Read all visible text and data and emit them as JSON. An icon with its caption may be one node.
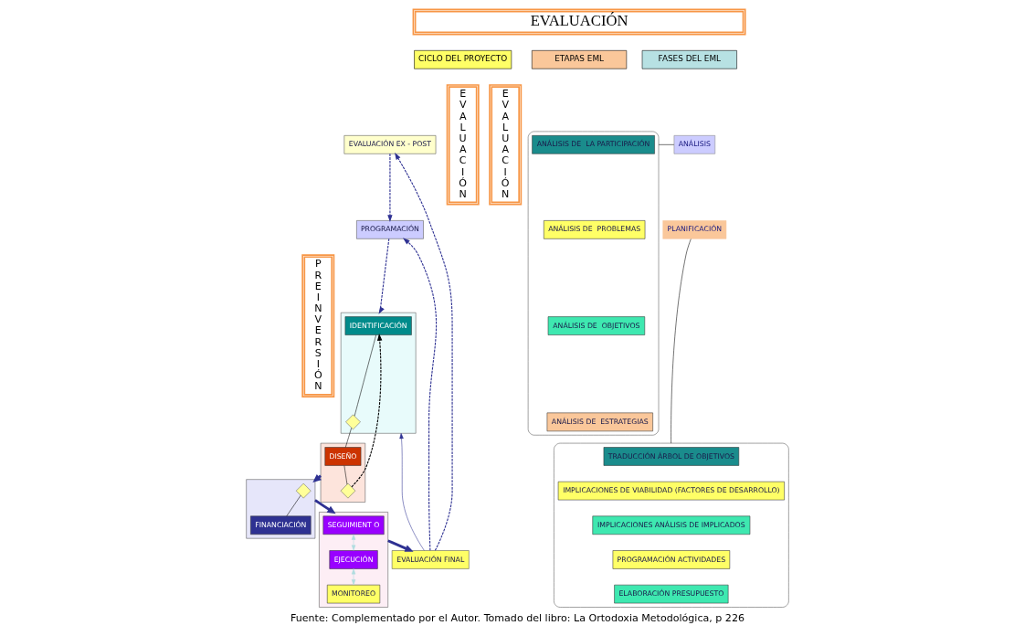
{
  "diagram": {
    "caption": "Fuente: Complementado por el Autor. Tomado del libro: La Ortodoxia Metodológica, p 226",
    "nodes": [
      {
        "text": [
          "EVALUACIÓN"
        ]
      },
      {
        "text": [
          "E V A L U A C I Ó N"
        ]
      },
      {
        "text": [
          "E V A L U A C I Ó N"
        ]
      },
      {
        "text": [
          "CICLO DEL PROYECTO"
        ]
      },
      {
        "text": [
          "FASES DEL EML"
        ]
      },
      {
        "text": [
          "ETAPAS EML"
        ]
      },
      {
        "text": [
          "EVALUACIÓN EX - POST"
        ]
      },
      {
        "text": [
          "PROGRAMACIÓN"
        ]
      },
      {
        "text": [
          "EVALUACIÓN FINAL"
        ]
      },
      {
        "text": [
          "P R E I N V E R S I Ó N"
        ]
      },
      {
        "text": [],
        "shape": "box"
      },
      {
        "text": [
          "IDENTIFICACIÓN"
        ],
        "in": 10
      },
      {
        "text": [],
        "shape": "diamond",
        "in": 10
      },
      {
        "text": [],
        "shape": "box"
      },
      {
        "text": [
          "DISEÑO"
        ],
        "in": 13
      },
      {
        "text": [],
        "shape": "diamond",
        "in": 13
      },
      {
        "text": [
          "ANÁLISIS"
        ]
      },
      {
        "text": [
          "PLANIFICACIÓN"
        ]
      },
      {
        "text": [],
        "shape": "cloud"
      },
      {
        "text": [
          "ANÁLISIS DE  LA PARTICIPACIÓN"
        ],
        "in": 18
      },
      {
        "text": [
          "ANÁLISIS DE  PROBLEMAS"
        ],
        "in": 18
      },
      {
        "text": [
          "ANÁLISIS DE  OBJETIVOS"
        ],
        "in": 18
      },
      {
        "text": [
          "ANÁLISIS DE  ESTRATEGIAS"
        ],
        "in": 18
      },
      {
        "text": [],
        "shape": "cloud"
      },
      {
        "text": [
          "TRADUCCIÓN ÁRBOL DE OBJETIVOS"
        ],
        "in": 23
      },
      {
        "text": [
          "IMPLICACIONES DE VIABILIDAD (FACTORES DE DESARROLLO)"
        ],
        "in": 23
      },
      {
        "text": [
          "IMPLICACIONES ANÁLISIS DE IMPLICADOS"
        ],
        "in": 23
      },
      {
        "text": [
          "PROGRAMACIÓN ACTIVIDADES"
        ],
        "in": 23
      },
      {
        "text": [
          "ELABORACIÓN PRESUPUESTO"
        ],
        "in": 23
      },
      {
        "text": [],
        "shape": "box"
      },
      {
        "text": [
          "SEGUIMIENT O"
        ],
        "in": 29
      },
      {
        "text": [
          "EJECUCIÓN"
        ],
        "in": 29
      },
      {
        "text": [
          "MONITOREO"
        ],
        "in": 29
      },
      {
        "text": [],
        "shape": "box"
      },
      {
        "text": [],
        "shape": "diamond",
        "in": 33
      },
      {
        "text": [
          "FINANCIACIÓN"
        ],
        "in": 33
      }
    ],
    "edges": [
      {
        "from": 8,
        "to": 6,
        "arrow": "to",
        "style": "dashed"
      },
      {
        "from": 8,
        "to": 7,
        "arrow": "to",
        "style": "dashed"
      },
      {
        "from": 6,
        "to": 7,
        "arrow": "to",
        "style": "dashed"
      },
      {
        "from": 7,
        "to": 10,
        "arrow": "to",
        "style": "dashed"
      },
      {
        "from": 8,
        "to": 10,
        "arrow": "to"
      },
      {
        "from": 11,
        "to": 12,
        "arrow": "none",
        "color": "#000000"
      },
      {
        "from": 12,
        "to": 14,
        "arrow": "none",
        "color": "#000000"
      },
      {
        "from": 14,
        "to": 15,
        "arrow": "none",
        "color": "#000000"
      },
      {
        "from": 15,
        "to": 11,
        "arrow": "to",
        "style": "dashed",
        "color": "#000000"
      },
      {
        "from": 13,
        "to": 33,
        "arrow": "to",
        "style": "thick"
      },
      {
        "from": 33,
        "to": 29,
        "arrow": "to",
        "style": "thick"
      },
      {
        "from": 29,
        "to": 8,
        "arrow": "to",
        "style": "thick"
      },
      {
        "from": 30,
        "to": 31,
        "arrow": "both",
        "color": "#b0dde0"
      },
      {
        "from": 31,
        "to": 32,
        "arrow": "both",
        "color": "#b0dde0"
      },
      {
        "from": 34,
        "to": 35,
        "arrow": "none",
        "color": "#000000"
      },
      {
        "from": 18,
        "to": 16,
        "arrow": "none",
        "color": "#000000"
      },
      {
        "from": 23,
        "to": 17,
        "arrow": "none",
        "color": "#000000"
      }
    ]
  }
}
